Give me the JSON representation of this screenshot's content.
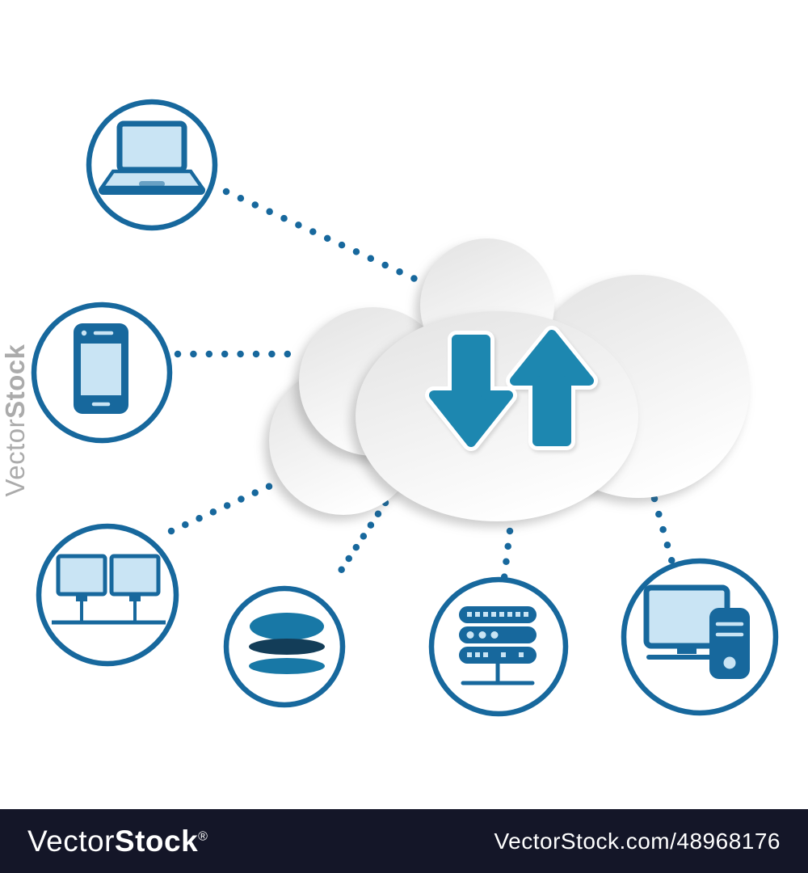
{
  "illustration": {
    "title": "cloud computing concept - cloud with upload and download arrows connected to devices",
    "cloud": {
      "icons": [
        "download-arrow",
        "upload-arrow"
      ]
    },
    "nodes": [
      {
        "id": "laptop",
        "icon": "laptop-icon"
      },
      {
        "id": "smartphone",
        "icon": "smartphone-icon"
      },
      {
        "id": "network-computers",
        "icon": "network-computers-icon"
      },
      {
        "id": "database",
        "icon": "database-icon"
      },
      {
        "id": "server",
        "icon": "server-rack-icon"
      },
      {
        "id": "desktop-computer",
        "icon": "desktop-computer-icon"
      }
    ]
  },
  "watermark": {
    "side_text": "VectorStock",
    "brand_light": "Vector",
    "brand_bold": "Stock",
    "registered": "®",
    "url": "VectorStock.com/48968176"
  },
  "colors": {
    "icon_blue": "#17689d",
    "arrow_teal": "#1d87b0",
    "light_blue": "#c9e4f4",
    "db_blue": "#1878a6",
    "dark_navy": "#133d58",
    "cloud_gray": "#e4e4e4",
    "cloud_highlight": "#ffffff",
    "bar_bg": "#141628",
    "bar_text": "#ffffff",
    "side_gray": "#ababab"
  }
}
